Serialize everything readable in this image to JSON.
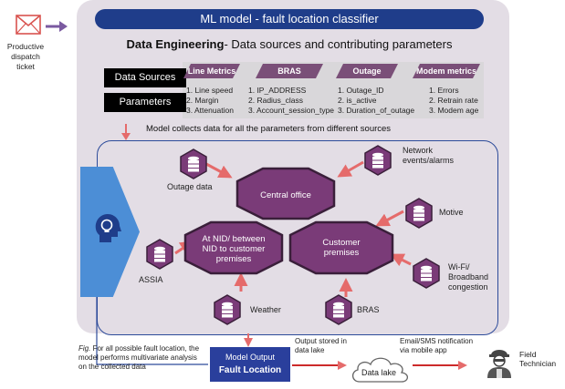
{
  "ticket": {
    "label_lines": [
      "Productive",
      "dispatch",
      "ticket"
    ]
  },
  "title": "ML model - fault location classifier",
  "de_title_bold": "Data Engineering",
  "de_title_rest": "- Data sources and contributing parameters",
  "left_labels": {
    "sources": "Data Sources",
    "parameters": "Parameters"
  },
  "columns": [
    {
      "header": "Line Metrics",
      "items": [
        "1. Line speed",
        "2. Margin",
        "3. Attenuation"
      ]
    },
    {
      "header": "BRAS",
      "items": [
        "1. IP_ADDRESS",
        "2. Radius_class",
        "3. Account_session_type"
      ]
    },
    {
      "header": "Outage",
      "items": [
        "1. Outage_ID",
        "2. is_active",
        "3. Duration_of_outage"
      ]
    },
    {
      "header": "Modem metrics",
      "items": [
        "1. Errors",
        "2. Retrain rate",
        "3. Modem age"
      ]
    }
  ],
  "collect_text": "Model collects data for all the parameters from different sources",
  "hexes": {
    "central": "Central office",
    "nid": [
      "At NID/ between",
      "NID to customer",
      "premises"
    ],
    "customer": [
      "Customer",
      "premises"
    ]
  },
  "sources": {
    "outage": "Outage data",
    "network": [
      "Network",
      "events/alarms"
    ],
    "motive": "Motive",
    "assia": "ASSIA",
    "wifi": [
      "Wi-Fi/",
      "Broadband",
      "congestion"
    ],
    "weather": "Weather",
    "bras": "BRAS"
  },
  "fig_caption": {
    "prefix": "Fig.",
    "text": " For all possible fault location, the model performs multivariate analysis on the collected data"
  },
  "output": {
    "line1": "Model Output",
    "line2": "Fault Location"
  },
  "stored": [
    "Output stored in",
    "data lake"
  ],
  "datalake": "Data lake",
  "notify": [
    "Email/SMS notification",
    "via mobile app"
  ],
  "technician": [
    "Field",
    "Technician"
  ],
  "colors": {
    "navy": "#1f3d8a",
    "purple": "#7a3b78",
    "hex_border": "#3a1f3a",
    "arrow_red": "#e56b6b",
    "blue_arrow": "#4c8ed6"
  }
}
